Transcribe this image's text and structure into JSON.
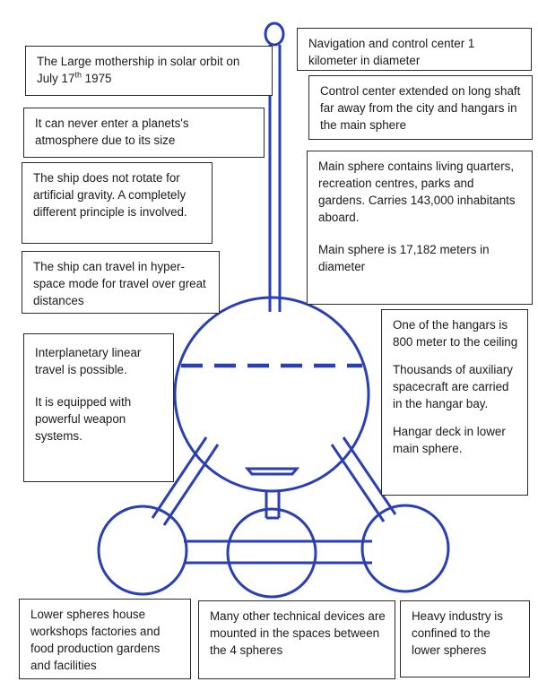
{
  "colors": {
    "ship_line": "#2a3fb4",
    "box_border": "#2a2a2a",
    "text": "#1a1a1a"
  },
  "notes": {
    "mothership_orbit": {
      "prefix": "The Large mothership in solar orbit on July 17",
      "sup": "th",
      "suffix": " 1975"
    },
    "atmosphere": "It can never enter a planets's atmosphere due to its size",
    "gravity": "The ship does not rotate for artificial gravity. A completely different principle is involved.",
    "hyperspace": "The ship can travel in hyper-space mode for travel over great distances",
    "linear_travel": "Interplanetary linear travel is possible.",
    "weapons": "It is equipped with powerful weapon systems.",
    "nav_center": "Navigation and control center 1 kilometer in diameter",
    "control_shaft": "Control center extended on long shaft far away from the city and hangars in the main sphere",
    "main_sphere_contents": "Main sphere contains living quarters, recreation centres, parks and gardens. Carries 143,000 inhabitants aboard.",
    "main_sphere_diameter": "Main sphere is 17,182 meters in diameter",
    "hangar_height": "One of the hangars is 800 meter to the ceiling",
    "auxiliary_craft": "Thousands of auxiliary spacecraft are carried in the hangar bay.",
    "hangar_deck": "Hangar deck in lower main sphere.",
    "lower_spheres": "Lower spheres house workshops factories and food production gardens and facilities",
    "technical_devices": "Many other technical devices are mounted in the spaces between the 4 spheres",
    "heavy_industry": "Heavy industry is confined to the lower spheres"
  }
}
